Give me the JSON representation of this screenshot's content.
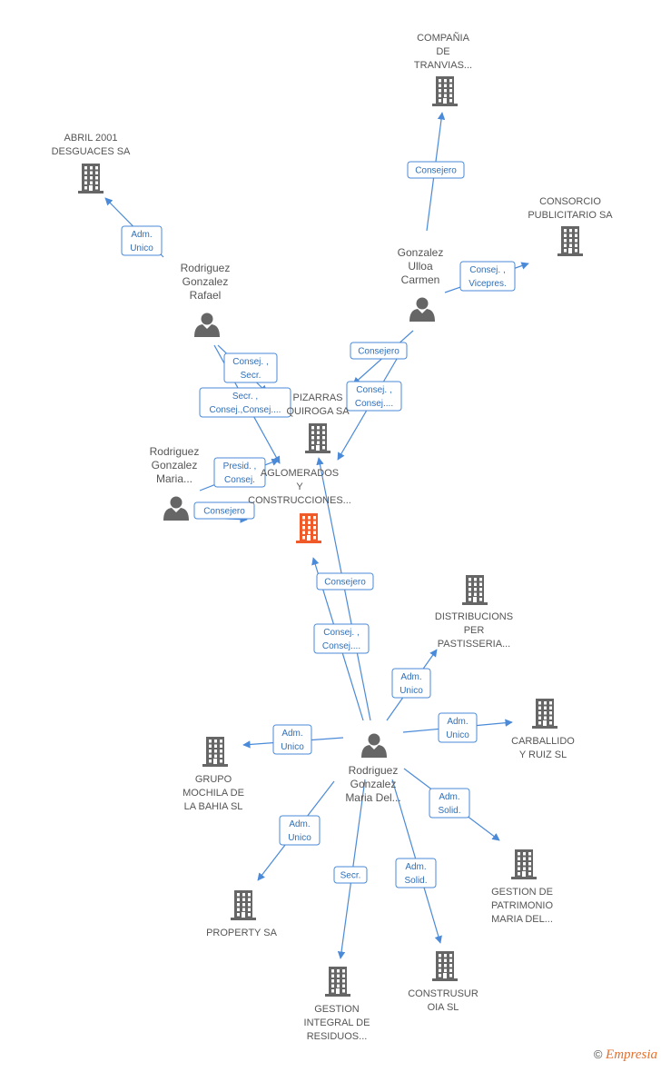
{
  "colors": {
    "edge": "#4a8ad8",
    "node": "#666666",
    "focus": "#f05a28",
    "label": "#555555"
  },
  "companies": [
    {
      "id": "aglomerados",
      "label": [
        "AGLOMERADOS",
        "Y",
        "CONSTRUCCIONES..."
      ],
      "focus": true
    },
    {
      "id": "pizarras",
      "label": [
        "PIZARRAS",
        "QUIROGA SA"
      ]
    },
    {
      "id": "tranvias",
      "label": [
        "COMPAÑIA",
        "DE",
        "TRANVIAS..."
      ]
    },
    {
      "id": "abril",
      "label": [
        "ABRIL 2001",
        "DESGUACES SA"
      ]
    },
    {
      "id": "consorcio",
      "label": [
        "CONSORCIO",
        "PUBLICITARIO SA"
      ]
    },
    {
      "id": "distribucions",
      "label": [
        "DISTRIBUCIONS",
        "PER",
        "PASTISSERIA..."
      ]
    },
    {
      "id": "carballido",
      "label": [
        "CARBALLIDO",
        "Y RUIZ SL"
      ]
    },
    {
      "id": "grupo",
      "label": [
        "GRUPO",
        "MOCHILA DE",
        "LA BAHIA SL"
      ]
    },
    {
      "id": "gestion_patrimonio",
      "label": [
        "GESTION DE",
        "PATRIMONIO",
        "MARIA DEL..."
      ]
    },
    {
      "id": "property",
      "label": [
        "PROPERTY SA"
      ]
    },
    {
      "id": "construsur",
      "label": [
        "CONSTRUSUR",
        "OIA SL"
      ]
    },
    {
      "id": "gestion_residuos",
      "label": [
        "GESTION",
        "INTEGRAL DE",
        "RESIDUOS..."
      ]
    }
  ],
  "people": [
    {
      "id": "rafael",
      "label": [
        "Rodriguez",
        "Gonzalez",
        "Rafael"
      ]
    },
    {
      "id": "carmen",
      "label": [
        "Gonzalez",
        "Ulloa",
        "Carmen"
      ]
    },
    {
      "id": "maria1",
      "label": [
        "Rodriguez",
        "Gonzalez",
        "Maria..."
      ]
    },
    {
      "id": "maria_del",
      "label": [
        "Rodriguez",
        "Gonzalez",
        "Maria Del..."
      ]
    }
  ],
  "relations": [
    {
      "from": "carmen",
      "to": "tranvias",
      "label": [
        "Consejero"
      ]
    },
    {
      "from": "carmen",
      "to": "consorcio",
      "label": [
        "Consej. ,",
        "Vicepres."
      ]
    },
    {
      "from": "rafael",
      "to": "abril",
      "label": [
        "Adm.",
        "Unico"
      ]
    },
    {
      "from": "rafael",
      "to": "pizarras",
      "label": [
        "Consej. ,",
        "Secr."
      ]
    },
    {
      "from": "rafael",
      "to": "aglomerados",
      "label": [
        "Secr. ,",
        "Consej.,Consej...."
      ]
    },
    {
      "from": "carmen",
      "to": "pizarras",
      "label": [
        "Consejero"
      ]
    },
    {
      "from": "carmen",
      "to": "aglomerados",
      "label": [
        "Consej. ,",
        "Consej...."
      ]
    },
    {
      "from": "maria1",
      "to": "pizarras",
      "label": [
        "Presid. ,",
        "Consej."
      ]
    },
    {
      "from": "maria1",
      "to": "aglomerados",
      "label": [
        "Consejero"
      ]
    },
    {
      "from": "maria_del",
      "to": "pizarras",
      "label": [
        "Consejero"
      ]
    },
    {
      "from": "maria_del",
      "to": "aglomerados",
      "label": [
        "Consej. ,",
        "Consej...."
      ]
    },
    {
      "from": "maria_del",
      "to": "distribucions",
      "label": [
        "Adm.",
        "Unico"
      ]
    },
    {
      "from": "maria_del",
      "to": "carballido",
      "label": [
        "Adm.",
        "Unico"
      ]
    },
    {
      "from": "maria_del",
      "to": "grupo",
      "label": [
        "Adm.",
        "Unico"
      ]
    },
    {
      "from": "maria_del",
      "to": "gestion_patrimonio",
      "label": [
        "Adm.",
        "Solid."
      ]
    },
    {
      "from": "maria_del",
      "to": "property",
      "label": [
        "Adm.",
        "Unico"
      ]
    },
    {
      "from": "maria_del",
      "to": "construsur",
      "label": [
        "Adm.",
        "Solid."
      ]
    },
    {
      "from": "maria_del",
      "to": "gestion_residuos",
      "label": [
        "Secr."
      ]
    }
  ],
  "footer": {
    "copyright_symbol": "©",
    "brand": "Empresia"
  }
}
